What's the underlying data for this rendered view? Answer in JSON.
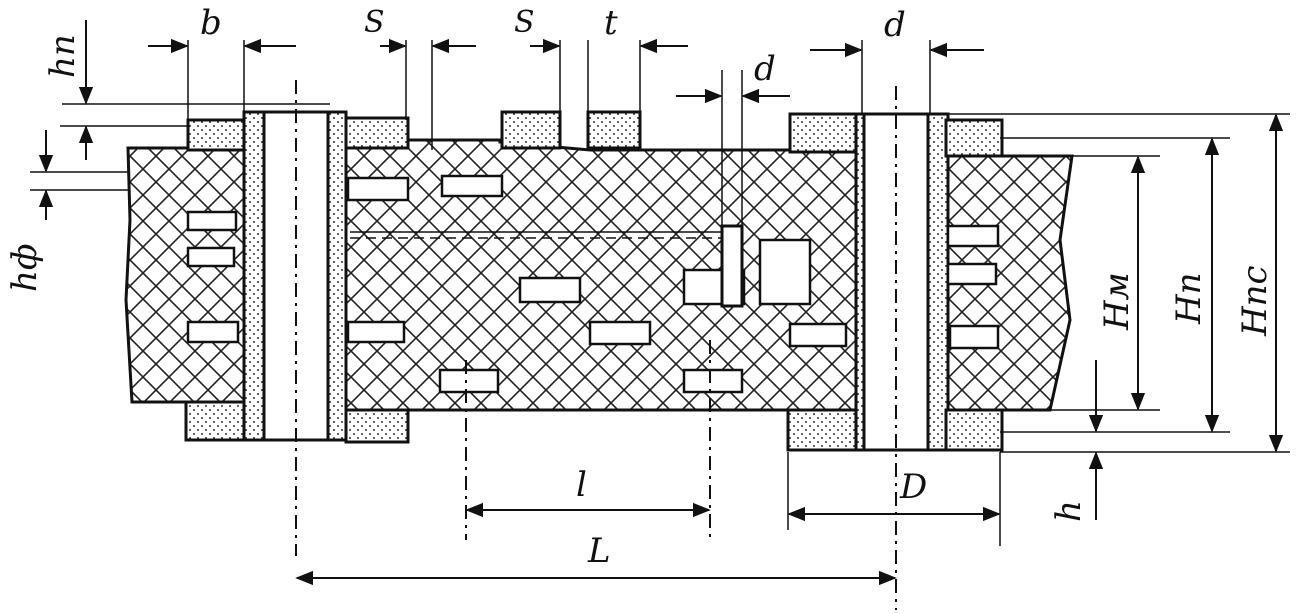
{
  "labels": {
    "h_n": "hп",
    "h_f": "hф",
    "b": "b",
    "s1": "S",
    "s2": "S",
    "t": "t",
    "d_top": "d",
    "d_small": "d",
    "l_small": "l",
    "L": "L",
    "D": "D",
    "h": "h",
    "H_m": "Hм",
    "H_n": "Hп",
    "H_nc": "Hпс"
  }
}
